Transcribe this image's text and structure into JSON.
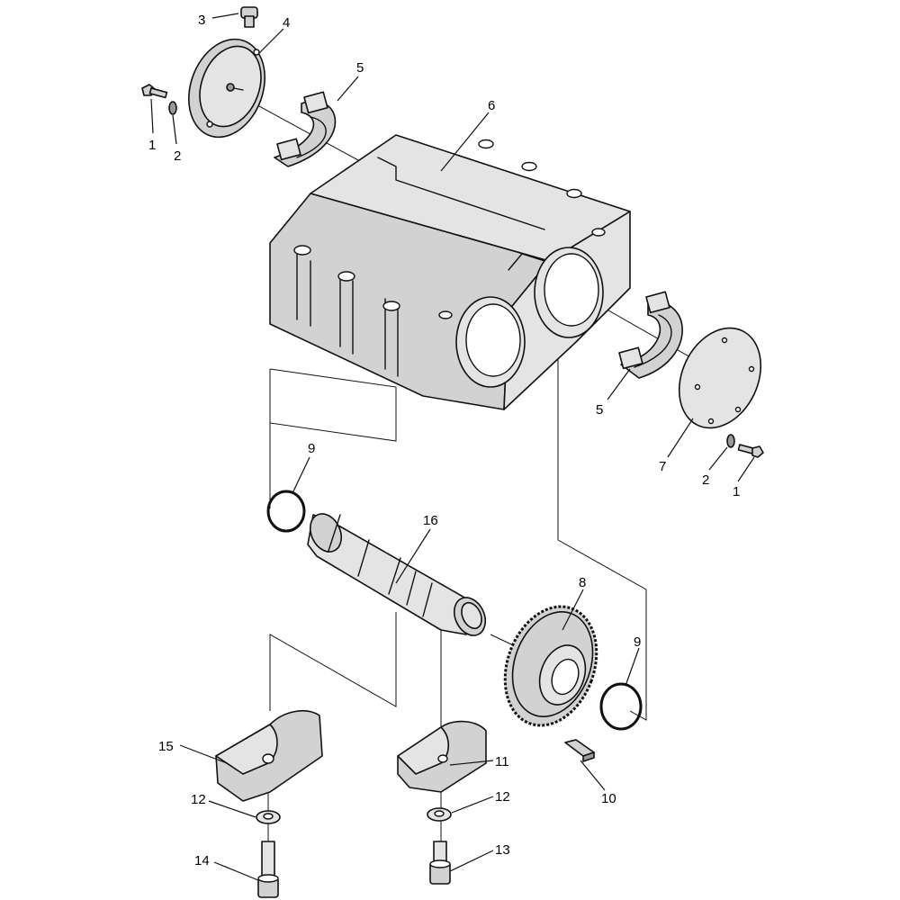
{
  "callouts": [
    {
      "label": "1"
    },
    {
      "label": "2"
    },
    {
      "label": "3"
    },
    {
      "label": "4"
    },
    {
      "label": "5"
    },
    {
      "label": "6"
    },
    {
      "label": "5"
    },
    {
      "label": "7"
    },
    {
      "label": "2"
    },
    {
      "label": "1"
    },
    {
      "label": "9"
    },
    {
      "label": "16"
    },
    {
      "label": "8"
    },
    {
      "label": "9"
    },
    {
      "label": "15"
    },
    {
      "label": "11"
    },
    {
      "label": "10"
    },
    {
      "label": "12"
    },
    {
      "label": "12"
    },
    {
      "label": "14"
    },
    {
      "label": "13"
    }
  ]
}
